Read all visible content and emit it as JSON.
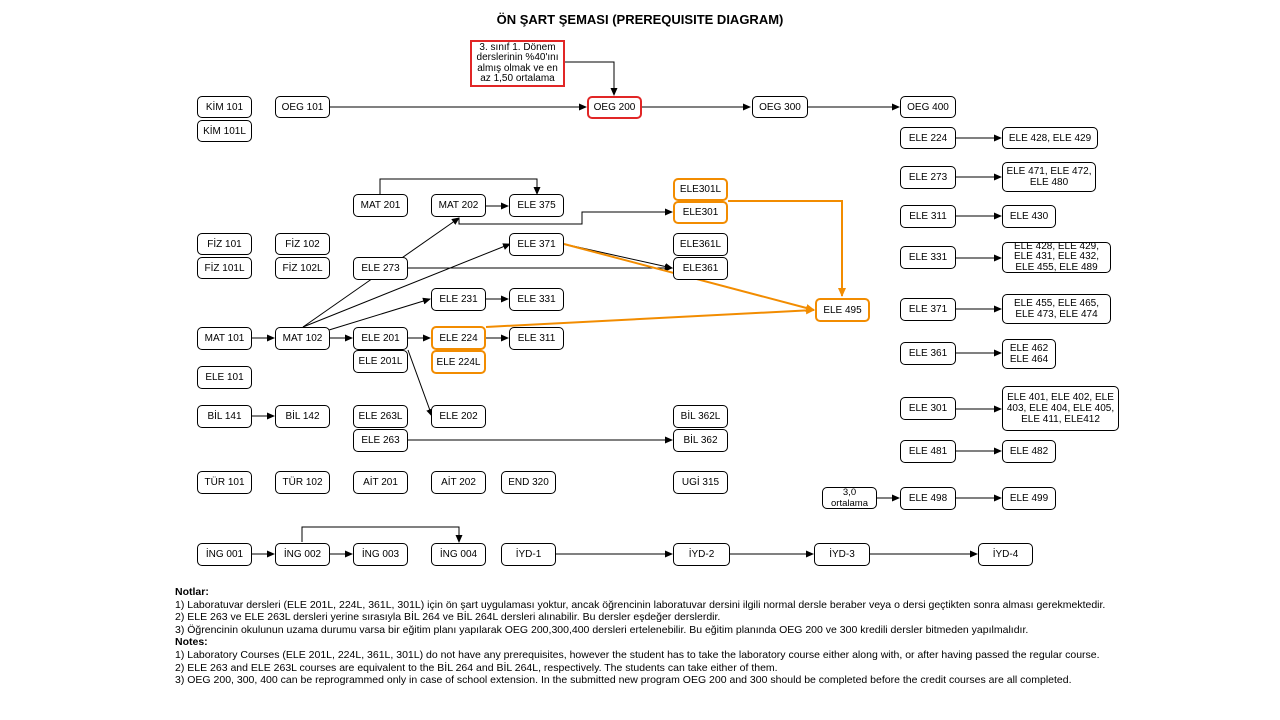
{
  "title": "ÖN ŞART ŞEMASI (PREREQUISITE DIAGRAM)",
  "colors": {
    "orange": "#f28c00",
    "red": "#e12626",
    "line": "#000000"
  },
  "nodes": {
    "kim101": "KİM 101",
    "kim101l": "KİM 101L",
    "oeg101": "OEG 101",
    "oeg200": "OEG 200",
    "oeg300": "OEG 300",
    "oeg400": "OEG 400",
    "req_note": "3. sınıf 1. Dönem derslerinin %40'ını almış olmak ve en az 1,50 ortalama",
    "mat201": "MAT 201",
    "mat202": "MAT 202",
    "ele375": "ELE 375",
    "ele301l": "ELE301L",
    "ele301": "ELE301",
    "ele361l": "ELE361L",
    "ele361": "ELE361",
    "ele371": "ELE 371",
    "ele273": "ELE 273",
    "fiz101": "FİZ 101",
    "fiz102": "FİZ 102",
    "fiz101l": "FİZ 101L",
    "fiz102l": "FİZ 102L",
    "ele231": "ELE 231",
    "ele331": "ELE 331",
    "mat101": "MAT 101",
    "mat102": "MAT 102",
    "ele201": "ELE 201",
    "ele224": "ELE 224",
    "ele311": "ELE 311",
    "ele201l": "ELE 201L",
    "ele224l": "ELE 224L",
    "ele101": "ELE 101",
    "ele495": "ELE 495",
    "bil141": "BİL 141",
    "bil142": "BİL 142",
    "ele263l": "ELE 263L",
    "ele202": "ELE 202",
    "bil362l": "BİL 362L",
    "ele263": "ELE 263",
    "bil362": "BİL 362",
    "tur101": "TÜR 101",
    "tur102": "TÜR 102",
    "ait201": "AİT 201",
    "ait202": "AİT 202",
    "end320": "END 320",
    "ugi315": "UGİ 315",
    "ing001": "İNG 001",
    "ing002": "İNG 002",
    "ing003": "İNG 003",
    "ing004": "İNG 004",
    "iyd1": "İYD-1",
    "iyd2": "İYD-2",
    "iyd3": "İYD-3",
    "iyd4": "İYD-4",
    "r_ele224": "ELE 224",
    "r_ele428_429": "ELE 428, ELE 429",
    "r_ele273": "ELE 273",
    "r_ele471": "ELE 471, ELE 472, ELE 480",
    "r_ele311": "ELE 311",
    "r_ele430": "ELE 430",
    "r_ele331": "ELE 331",
    "r_ele428_489": "ELE 428, ELE 429, ELE 431, ELE 432, ELE 455, ELE 489",
    "r_ele371": "ELE 371",
    "r_ele455_474": "ELE 455, ELE 465, ELE 473, ELE 474",
    "r_ele361": "ELE 361",
    "r_ele462_464": "ELE 462 ELE 464",
    "r_ele301": "ELE 301",
    "r_ele401_412": "ELE 401, ELE 402, ELE 403, ELE 404, ELE 405, ELE 411, ELE412",
    "r_ele481": "ELE 481",
    "r_ele482": "ELE 482",
    "r_avg30": "3,0 ortalama",
    "r_ele498": "ELE 498",
    "r_ele499": "ELE 499"
  },
  "notes": {
    "tr_header": "Notlar:",
    "tr_1": "1) Laboratuvar dersleri (ELE 201L, 224L, 361L, 301L) için ön şart uygulaması yoktur, ancak öğrencinin laboratuvar dersini ilgili normal dersle beraber veya o dersi geçtikten sonra alması gerekmektedir.",
    "tr_2": "2) ELE 263 ve ELE 263L dersleri yerine sırasıyla BİL 264 ve BİL 264L dersleri alınabilir. Bu dersler eşdeğer derslerdir.",
    "tr_3": "3) Öğrencinin okulunun uzama durumu varsa bir eğitim planı yapılarak OEG 200,300,400 dersleri ertelenebilir. Bu eğitim planında OEG 200 ve 300 kredili dersler bitmeden yapılmalıdır.",
    "en_header": "Notes:",
    "en_1": "1) Laboratory Courses (ELE 201L, 224L, 361L, 301L) do not have any prerequisites, however the student has to take the laboratory course either along with, or after having passed the regular course.",
    "en_2": "2) ELE 263 and ELE 263L courses are equivalent to the BİL 264 and BİL 264L, respectively. The students can take either of them.",
    "en_3": "3) OEG 200, 300, 400 can be reprogrammed only in case of school extension. In the submitted new program OEG 200 and 300 should be completed before the credit courses are all completed."
  }
}
